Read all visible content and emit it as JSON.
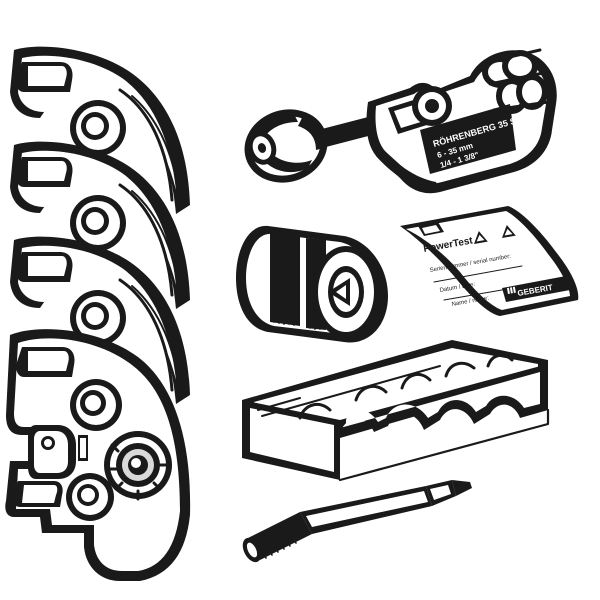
{
  "cutter_marking": {
    "model": "RÖHRENBERG 35 S",
    "range_mm": "6 - 35 mm",
    "range_inch": "1/4 - 1 3/8\""
  },
  "test_tag": {
    "title": "PowerTest",
    "serial_label": "Seriennummer / serial number:",
    "date_label": "Datum / date:",
    "name_label": "Name / name:",
    "brand": "GEBERIT"
  },
  "colors": {
    "line": "#1a1a1a",
    "fill": "#ffffff",
    "shade": "#d9d9d9"
  },
  "icons": [
    "warning-triangle-icon",
    "warning-triangle-icon"
  ]
}
